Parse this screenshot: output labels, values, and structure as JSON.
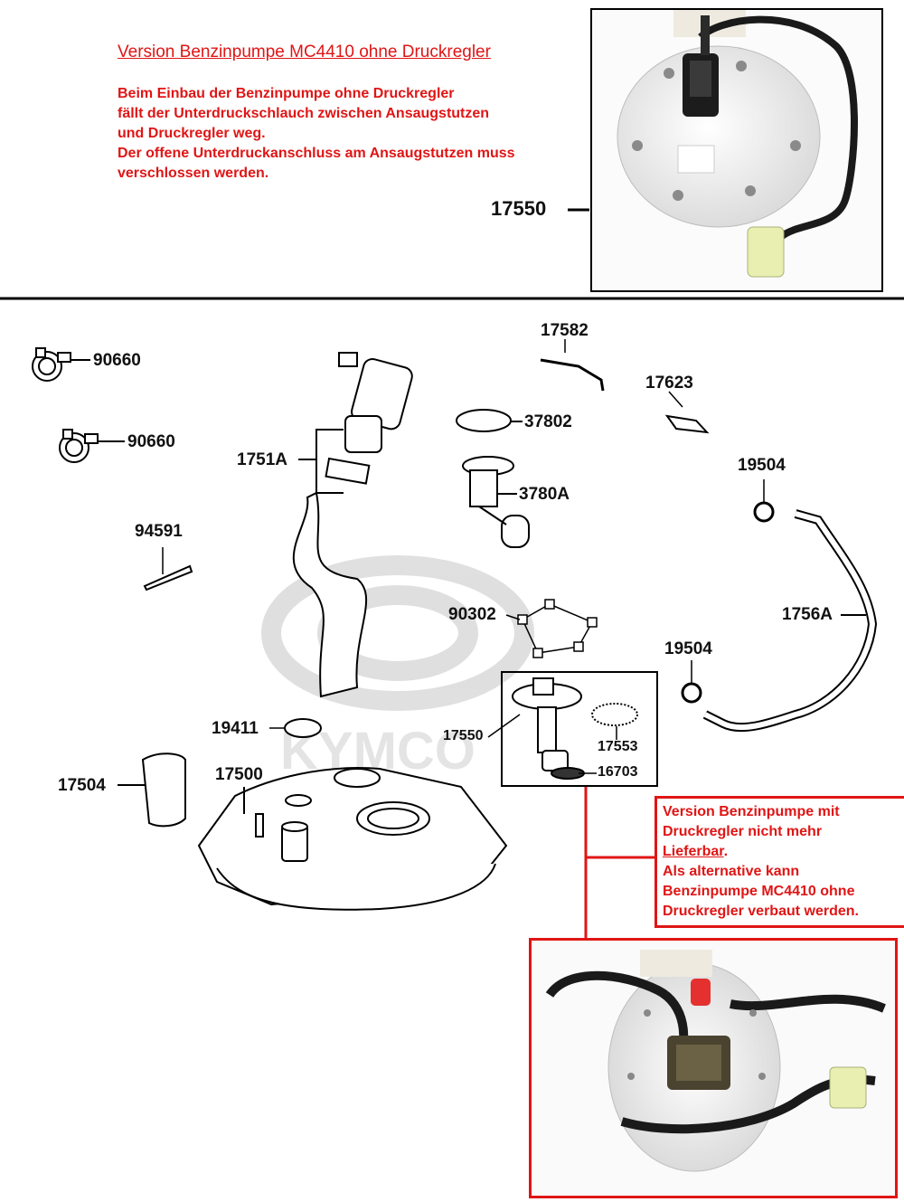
{
  "top_note": {
    "title": "Version Benzinpumpe MC4410 ohne Druckregler",
    "lines": [
      "Beim Einbau der Benzinpumpe ohne Druckregler",
      "fällt der Unterdruckschlauch zwischen Ansaugstutzen",
      "und Druckregler weg.",
      "Der offene Unterdruckanschluss am Ansaugstutzen muss",
      "verschlossen werden."
    ],
    "photo_part": "17550"
  },
  "parts": {
    "p90660a": "90660",
    "p90660b": "90660",
    "p94591": "94591",
    "p1751A": "1751A",
    "p17582": "17582",
    "p17623": "17623",
    "p37802": "37802",
    "p3780A": "3780A",
    "p19504a": "19504",
    "p19504b": "19504",
    "p1756A": "1756A",
    "p90302": "90302",
    "p19411": "19411",
    "p17550": "17550",
    "p17553": "17553",
    "p16703": "16703",
    "p17504": "17504",
    "p17500": "17500"
  },
  "watermark": "KYMCO",
  "red_box": {
    "line1": "Version Benzinpumpe mit",
    "line2": "Druckregler nicht mehr",
    "line3_underlined": "Lieferbar",
    "line3_suffix": ".",
    "line4": "Als alternative kann",
    "line5": "Benzinpumpe MC4410 ohne",
    "line6": "Druckregler verbaut werden."
  },
  "colors": {
    "accent_red": "#e01515",
    "line": "#000000"
  }
}
